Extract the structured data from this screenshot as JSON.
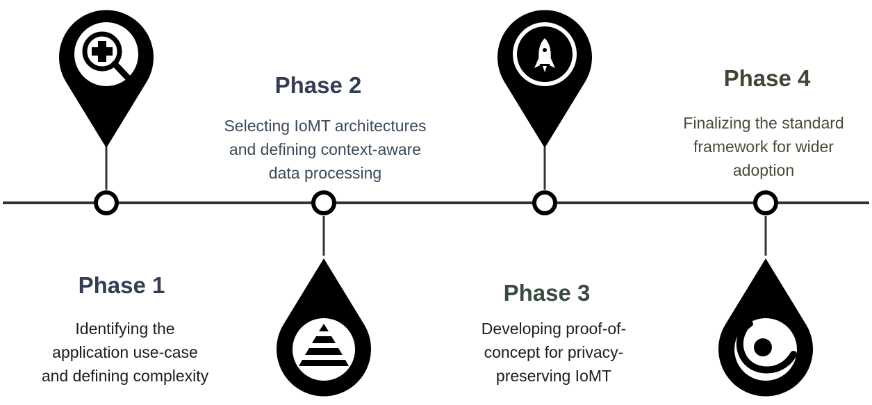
{
  "colors": {
    "pin": "#000000",
    "line": "#333333",
    "phase1_title": "#333c52",
    "phase2_title": "#333c52",
    "phase3_title": "#3a4a3e",
    "phase4_title": "#3f4634"
  },
  "phases": [
    {
      "title": "Phase 1",
      "description": [
        "Identifying the",
        "application use-case",
        "and defining complexity"
      ],
      "icon": "medical-search-icon"
    },
    {
      "title": "Phase 2",
      "description": [
        "Selecting IoMT architectures",
        "and defining context-aware",
        "data processing"
      ],
      "icon": "pyramid-icon"
    },
    {
      "title": "Phase 3",
      "description": [
        "Developing proof-of-",
        "concept for privacy-",
        "preserving IoMT"
      ],
      "icon": "rocket-icon"
    },
    {
      "title": "Phase 4",
      "description": [
        "Finalizing the standard",
        "framework for wider",
        "adoption"
      ],
      "icon": "person-adoption-icon"
    }
  ]
}
